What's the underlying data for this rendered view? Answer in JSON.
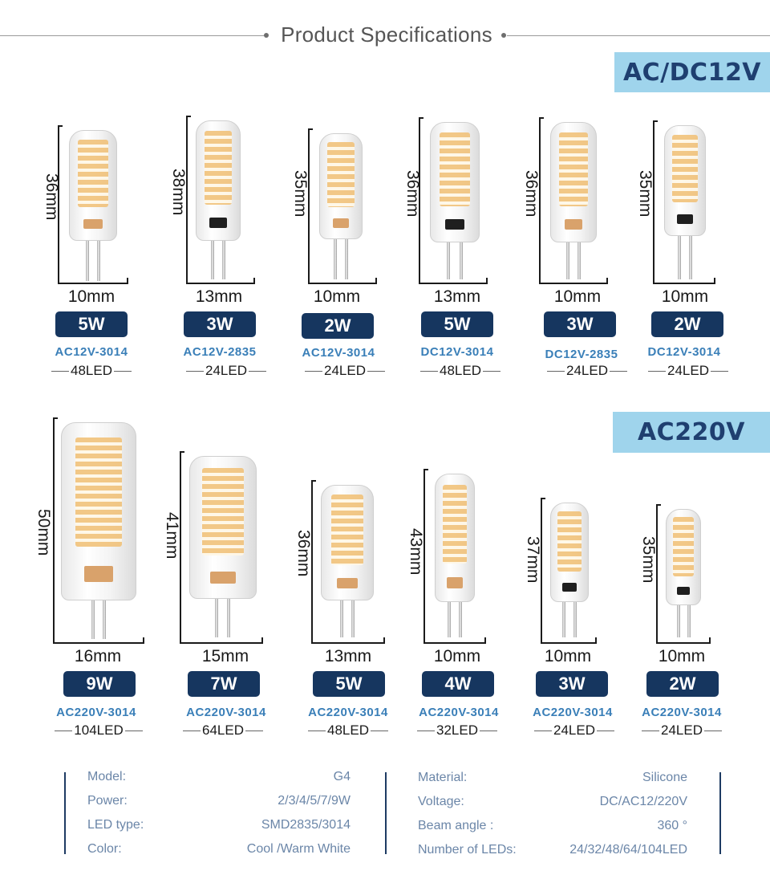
{
  "header": {
    "title": "Product Specifications"
  },
  "sections": {
    "dc12": {
      "title": "AC/DC12V"
    },
    "ac220": {
      "title": "AC220V"
    }
  },
  "row1": [
    {
      "height": "36mm",
      "width": "10mm",
      "power": "5W",
      "model": "AC12V-3014",
      "leds": "48LED"
    },
    {
      "height": "38mm",
      "width": "13mm",
      "power": "3W",
      "model": "AC12V-2835",
      "leds": "24LED"
    },
    {
      "height": "35mm",
      "width": "10mm",
      "power": "2W",
      "model": "AC12V-3014",
      "leds": "24LED"
    },
    {
      "height": "36mm",
      "width": "13mm",
      "power": "5W",
      "model": "DC12V-3014",
      "leds": "48LED"
    },
    {
      "height": "36mm",
      "width": "10mm",
      "power": "3W",
      "model": "DC12V-2835",
      "leds": "24LED"
    },
    {
      "height": "35mm",
      "width": "10mm",
      "power": "2W",
      "model": "DC12V-3014",
      "leds": "24LED"
    }
  ],
  "row2": [
    {
      "height": "50mm",
      "width": "16mm",
      "power": "9W",
      "model": "AC220V-3014",
      "leds": "104LED"
    },
    {
      "height": "41mm",
      "width": "15mm",
      "power": "7W",
      "model": "AC220V-3014",
      "leds": "64LED"
    },
    {
      "height": "36mm",
      "width": "13mm",
      "power": "5W",
      "model": "AC220V-3014",
      "leds": "48LED"
    },
    {
      "height": "43mm",
      "width": "10mm",
      "power": "4W",
      "model": "AC220V-3014",
      "leds": "32LED"
    },
    {
      "height": "37mm",
      "width": "10mm",
      "power": "3W",
      "model": "AC220V-3014",
      "leds": "24LED"
    },
    {
      "height": "35mm",
      "width": "10mm",
      "power": "2W",
      "model": "AC220V-3014",
      "leds": "24LED"
    }
  ],
  "specs": {
    "left": [
      {
        "label": "Model:",
        "value": "G4"
      },
      {
        "label": "Power:",
        "value": "2/3/4/5/7/9W"
      },
      {
        "label": "LED type:",
        "value": "SMD2835/3014"
      },
      {
        "label": "Color:",
        "value": "Cool /Warm White"
      }
    ],
    "right": [
      {
        "label": "Material:",
        "value": "Silicone"
      },
      {
        "label": "Voltage:",
        "value": "DC/AC12/220V"
      },
      {
        "label": "Beam angle :",
        "value": "360 °"
      },
      {
        "label": "Number of LEDs:",
        "value": "24/32/48/64/104LED"
      }
    ]
  },
  "colors": {
    "accent": "#16365f",
    "banner": "#9fd4ec",
    "model_text": "#3a7fb8",
    "spec_text": "#6b86a8"
  }
}
